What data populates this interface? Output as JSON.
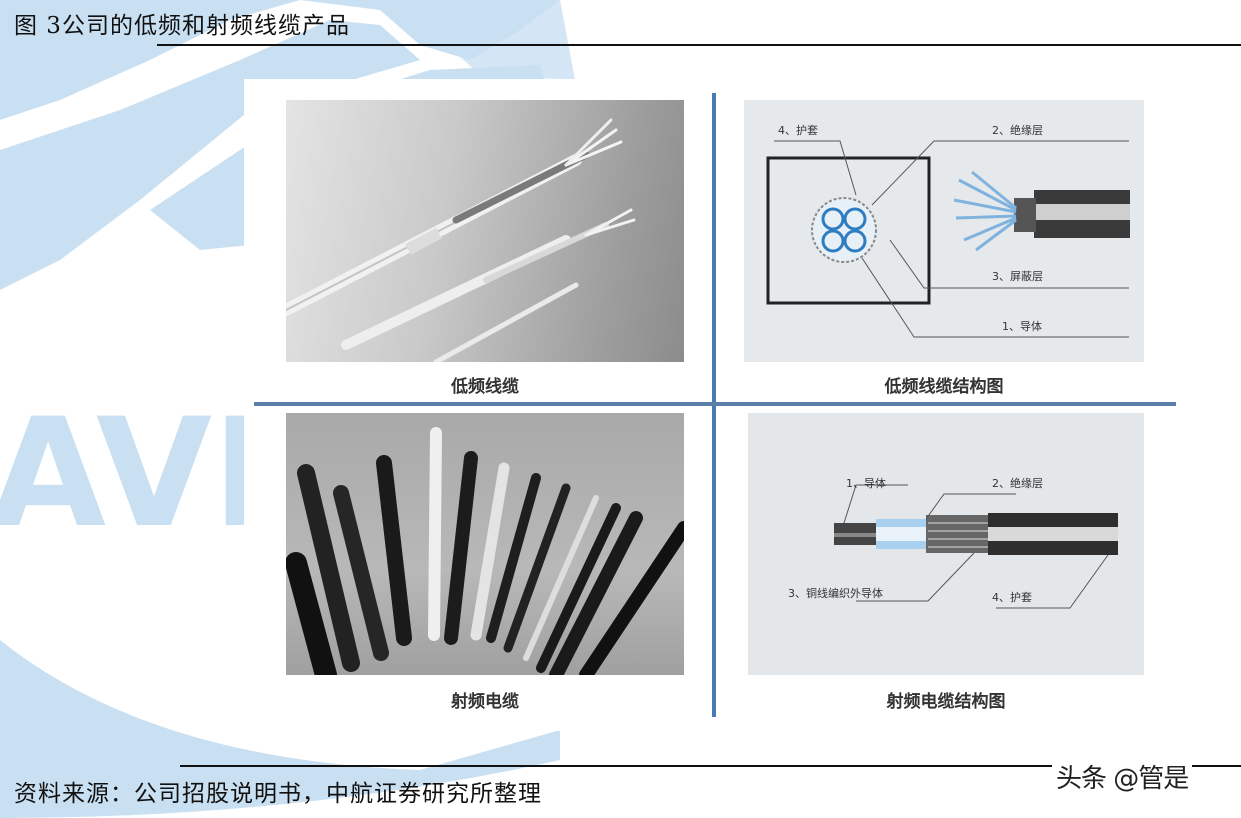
{
  "figure": {
    "number": "图 3",
    "title": "图  3公司的低频和射频线缆产品"
  },
  "watermark": {
    "text": "AVI",
    "color": "#c9e0f2"
  },
  "panels": [
    {
      "id": "low-freq-photo",
      "caption": "低频线缆"
    },
    {
      "id": "low-freq-structure",
      "caption": "低频线缆结构图",
      "labels": [
        "4、护套",
        "2、绝缘层",
        "3、屏蔽层",
        "1、导体"
      ]
    },
    {
      "id": "rf-photo",
      "caption": "射频电缆"
    },
    {
      "id": "rf-structure",
      "caption": "射频电缆结构图",
      "labels": [
        "1、导体",
        "2、绝缘层",
        "3、铜线编织外导体",
        "4、护套"
      ]
    }
  ],
  "source": "资料来源：公司招股说明书，中航证券研究所整理",
  "credit": "头条 @管是",
  "colors": {
    "divider": "#4a7ab5",
    "watermark": "#c9e0f2",
    "text": "#111111"
  }
}
